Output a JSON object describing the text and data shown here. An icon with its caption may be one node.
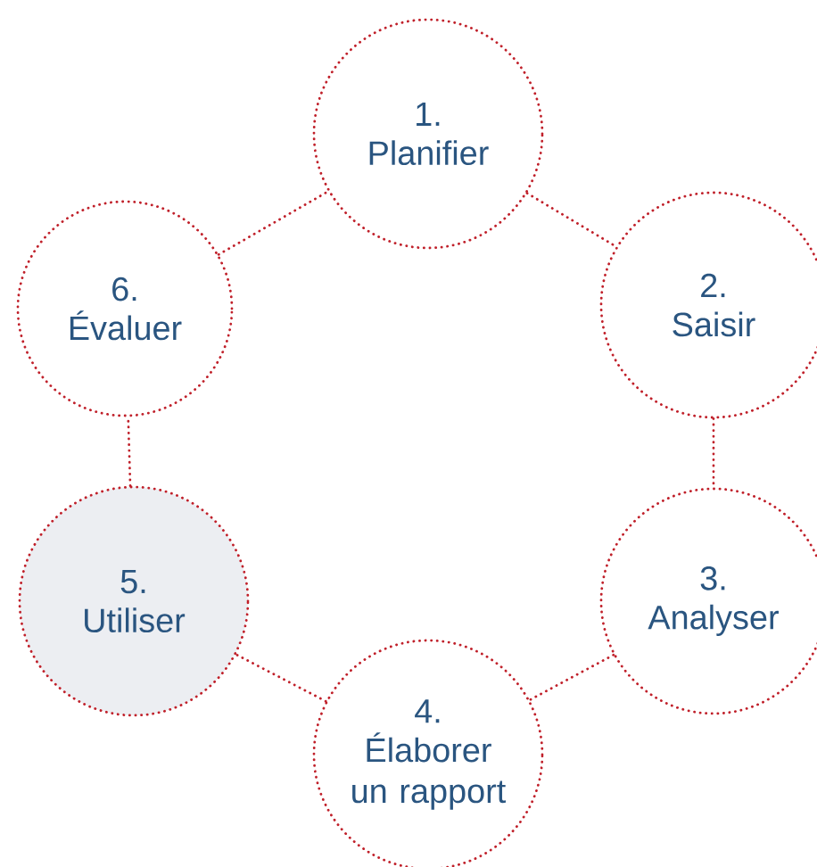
{
  "diagram": {
    "nodes": [
      {
        "text": [
          "1.",
          "Planifier"
        ]
      },
      {
        "text": [
          "2.",
          "Saisir"
        ]
      },
      {
        "text": [
          "3.",
          "Analyser"
        ]
      },
      {
        "text": [
          "4.",
          "Élaborer un rapport"
        ]
      },
      {
        "text": [
          "5.",
          "Utiliser"
        ]
      },
      {
        "text": [
          "6.",
          "Évaluer"
        ]
      }
    ],
    "edges": [
      {
        "from": 0,
        "to": 1,
        "arrow": "none"
      },
      {
        "from": 1,
        "to": 2,
        "arrow": "none"
      },
      {
        "from": 2,
        "to": 3,
        "arrow": "none"
      },
      {
        "from": 3,
        "to": 4,
        "arrow": "none"
      },
      {
        "from": 4,
        "to": 5,
        "arrow": "none"
      },
      {
        "from": 5,
        "to": 0,
        "arrow": "none"
      }
    ]
  }
}
